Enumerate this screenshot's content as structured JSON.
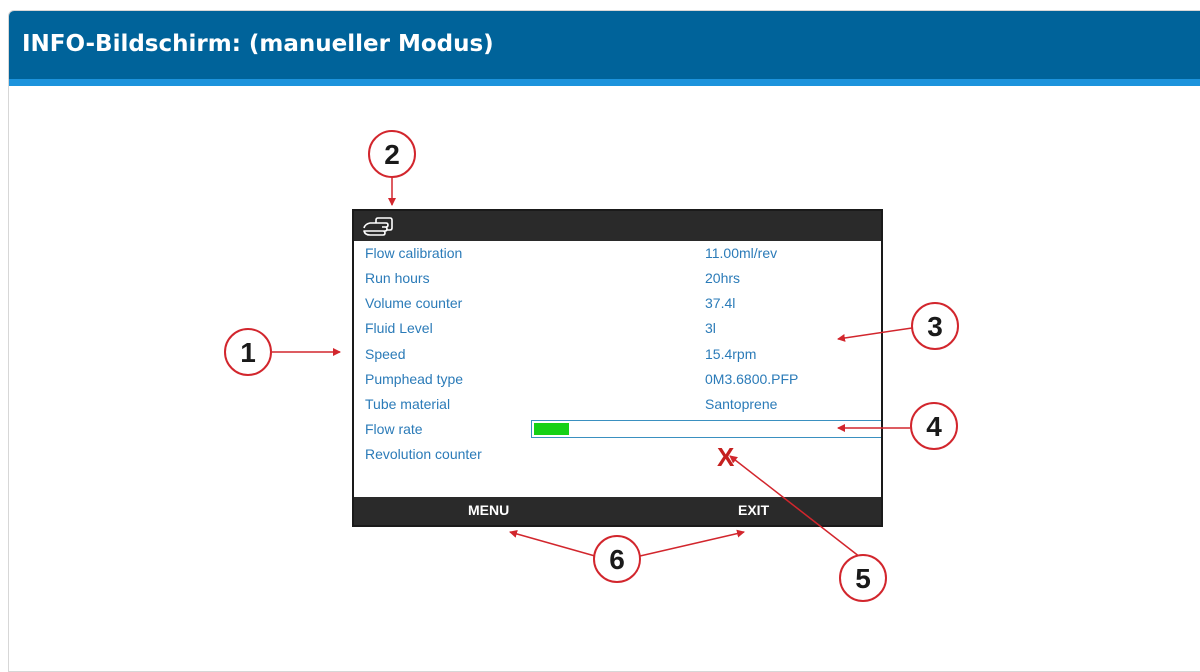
{
  "header": {
    "title": "INFO-Bildschirm: (manueller Modus)"
  },
  "colors": {
    "header_bg": "#00639a",
    "header_accent": "#1d93dc",
    "screen_text": "#2b7bb8",
    "bar_fill": "#16d116",
    "status_x": "#c5201f",
    "callout_red": "#d2262d"
  },
  "device": {
    "mode_icon": "manual-hand-icon",
    "rows": [
      {
        "label": "Flow calibration",
        "value": "11.00ml/rev"
      },
      {
        "label": "Run hours",
        "value": "20hrs"
      },
      {
        "label": "Volume counter",
        "value": "37.4l"
      },
      {
        "label": "Fluid Level",
        "value": "3l"
      },
      {
        "label": "Speed",
        "value": "15.4rpm"
      },
      {
        "label": "Pumphead type",
        "value": "0M3.6800.PFP"
      },
      {
        "label": "Tube material",
        "value": "Santoprene"
      }
    ],
    "flow_rate": {
      "label": "Flow rate",
      "fill_fraction": 0.1
    },
    "revolution_counter": {
      "label": "Revolution counter",
      "status_icon": "x-icon",
      "status_text": "X"
    },
    "softkeys": {
      "left": "MENU",
      "right": "EXIT"
    }
  },
  "callouts": [
    "1",
    "2",
    "3",
    "4",
    "5",
    "6"
  ]
}
